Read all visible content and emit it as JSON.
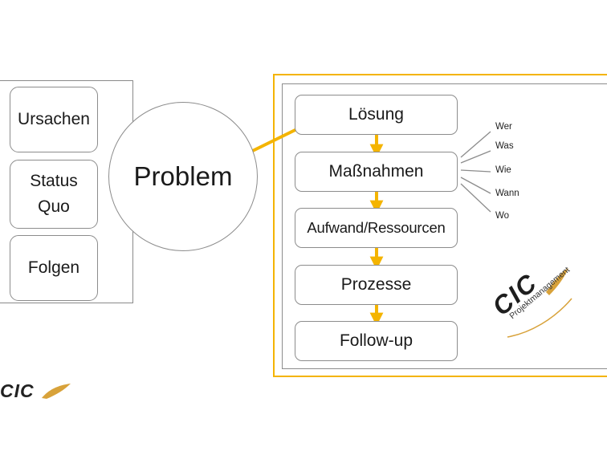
{
  "left_panel": {
    "items": [
      {
        "label": "Ursachen"
      },
      {
        "label": "Status\nQuo"
      },
      {
        "label": "Folgen"
      }
    ]
  },
  "center": {
    "label": "Problem"
  },
  "steps": [
    {
      "label": "Lösung"
    },
    {
      "label": "Maßnahmen"
    },
    {
      "label": "Aufwand/Ressourcen"
    },
    {
      "label": "Prozesse"
    },
    {
      "label": "Follow-up"
    }
  ],
  "w_questions": [
    "Wer",
    "Was",
    "Wie",
    "Wann",
    "Wo"
  ],
  "logo": {
    "brand": "CIC",
    "tagline": "Projektmanagement"
  },
  "colors": {
    "accent": "#f4b400",
    "border": "#8c8c8c",
    "text": "#1a1a1a"
  }
}
